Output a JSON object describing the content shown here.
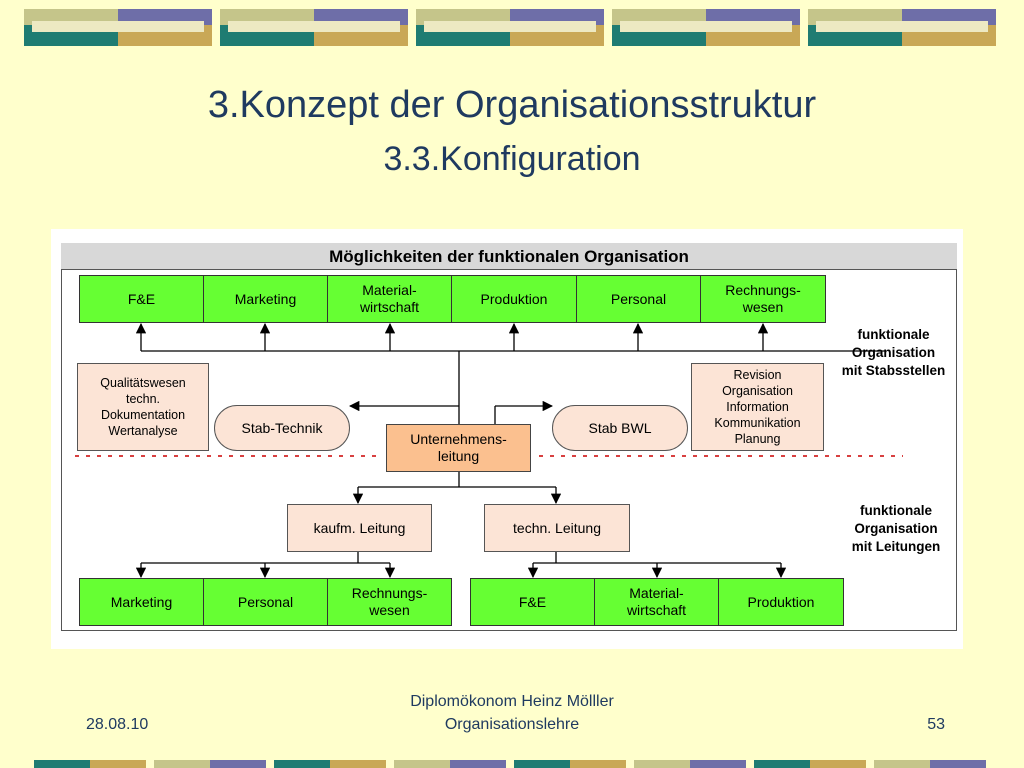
{
  "title": "3.Konzept der Organisationsstruktur",
  "subtitle": "3.3.Konfiguration",
  "colors": {
    "background": "#FFFFCC",
    "title": "#1F3A60",
    "function_box": "#66FF33",
    "staff_box": "#FCE4D6",
    "leadership_box": "#FBC08F"
  },
  "figure": {
    "header": "Möglichkeiten der funktionalen Organisation",
    "top_row": [
      "F&E",
      "Marketing",
      "Material-\nwirtschaft",
      "Produktion",
      "Personal",
      "Rechnungs-\nwesen"
    ],
    "label_upper": "funktionale\nOrganisation\nmit Stabsstellen",
    "left_note": "Qualitätswesen\ntechn.\nDokumentation\nWertanalyse",
    "right_note": "Revision\nOrganisation\nInformation\nKommunikation\nPlanung",
    "stab_left": "Stab-Technik",
    "stab_right": "Stab BWL",
    "center": "Unternehmens-\nleitung",
    "mgmt_left": "kaufm. Leitung",
    "mgmt_right": "techn. Leitung",
    "label_lower": "funktionale\nOrganisation\nmit Leitungen",
    "bottom_left": [
      "Marketing",
      "Personal",
      "Rechnungs-\nwesen"
    ],
    "bottom_right": [
      "F&E",
      "Material-\nwirtschaft",
      "Produktion"
    ]
  },
  "footer": {
    "date": "28.08.10",
    "author": "Diplomökonom Heinz Mölller",
    "course": "Organisationslehre",
    "page": "53"
  }
}
